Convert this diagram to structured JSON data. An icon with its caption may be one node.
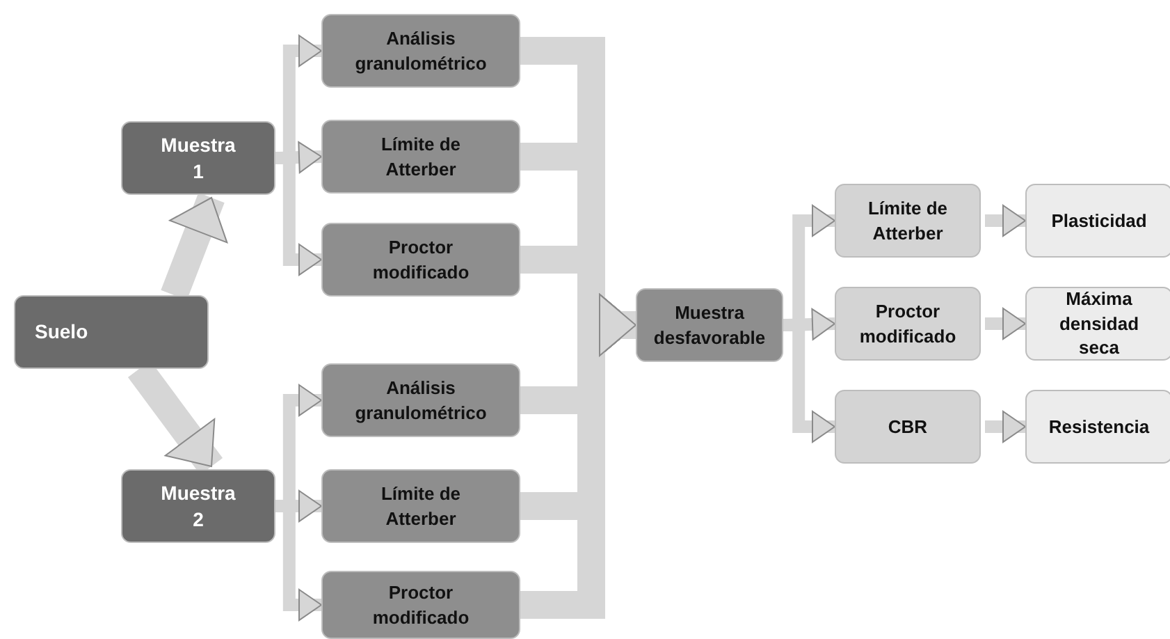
{
  "diagram": {
    "nodes": [
      {
        "text": [
          "Suelo"
        ]
      },
      {
        "text": [
          "Muestra 1"
        ]
      },
      {
        "text": [
          "Muestra 2"
        ]
      },
      {
        "text": [
          "Análisis granulométrico"
        ]
      },
      {
        "text": [
          "Límite de Atterber"
        ]
      },
      {
        "text": [
          "Proctor modificado"
        ]
      },
      {
        "text": [
          "Análisis granulométrico"
        ]
      },
      {
        "text": [
          "Límite de Atterber"
        ]
      },
      {
        "text": [
          "Proctor modificado"
        ]
      },
      {
        "text": [
          "Muestra desfavorable"
        ]
      },
      {
        "text": [
          "Límite de Atterber"
        ]
      },
      {
        "text": [
          "Proctor modificado"
        ]
      },
      {
        "text": [
          "CBR"
        ]
      },
      {
        "text": [
          "Plasticidad"
        ]
      },
      {
        "text": [
          "Máxima densidad seca"
        ]
      },
      {
        "text": [
          "Resistencia"
        ]
      }
    ],
    "edges": [
      {
        "from": 0,
        "to": 1,
        "arrow": "to",
        "style": "thick"
      },
      {
        "from": 0,
        "to": 2,
        "arrow": "to",
        "style": "thick"
      },
      {
        "from": 1,
        "to": 3,
        "arrow": "to"
      },
      {
        "from": 1,
        "to": 4,
        "arrow": "to"
      },
      {
        "from": 1,
        "to": 5,
        "arrow": "to"
      },
      {
        "from": 2,
        "to": 6,
        "arrow": "to"
      },
      {
        "from": 2,
        "to": 7,
        "arrow": "to"
      },
      {
        "from": 2,
        "to": 8,
        "arrow": "to"
      },
      {
        "from": 3,
        "to": 9,
        "arrow": "to",
        "style": "thick"
      },
      {
        "from": 4,
        "to": 9,
        "arrow": "to",
        "style": "thick"
      },
      {
        "from": 5,
        "to": 9,
        "arrow": "to",
        "style": "thick"
      },
      {
        "from": 6,
        "to": 9,
        "arrow": "to",
        "style": "thick"
      },
      {
        "from": 7,
        "to": 9,
        "arrow": "to",
        "style": "thick"
      },
      {
        "from": 8,
        "to": 9,
        "arrow": "to",
        "style": "thick"
      },
      {
        "from": 9,
        "to": 10,
        "arrow": "to"
      },
      {
        "from": 9,
        "to": 11,
        "arrow": "to"
      },
      {
        "from": 9,
        "to": 12,
        "arrow": "to"
      },
      {
        "from": 10,
        "to": 13,
        "arrow": "to"
      },
      {
        "from": 11,
        "to": 14,
        "arrow": "to"
      },
      {
        "from": 12,
        "to": 15,
        "arrow": "to"
      }
    ]
  }
}
